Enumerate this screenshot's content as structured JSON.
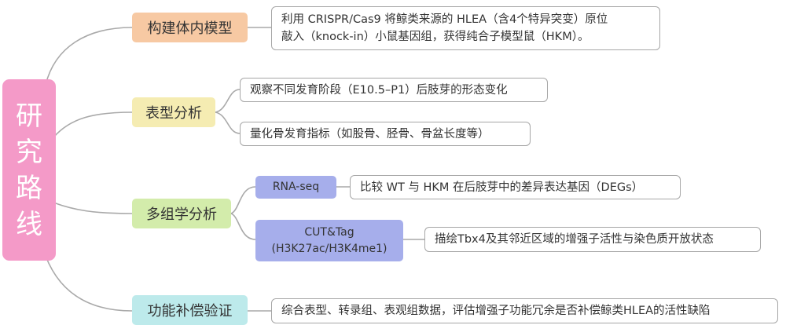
{
  "root": {
    "chars": [
      "研",
      "究",
      "路",
      "线"
    ]
  },
  "branches": [
    {
      "label": "构建体内模型",
      "color": "#f7c9a3"
    },
    {
      "label": "表型分析",
      "color": "#f5ecb2"
    },
    {
      "label": "多组学分析",
      "color": "#d3ecab"
    },
    {
      "label": "功能补偿验证",
      "color": "#bdeaeb"
    }
  ],
  "leaves": {
    "model": {
      "line1": "利用 CRISPR/Cas9 将鲸类来源的 HLEA（含4个特异突变）原位",
      "line2": "敲入（knock-in）小鼠基因组，获得纯合子模型鼠（HKM）。"
    },
    "pheno_1": "观察不同发育阶段（E10.5–P1）后肢芽的形态变化",
    "pheno_2": "量化骨发育指标（如股骨、胫骨、骨盆长度等）",
    "rnaseq_tag": "RNA-seq",
    "rnaseq_desc": "比较 WT 与 HKM 在后肢芽中的差异表达基因（DEGs）",
    "cuttag_tag_1": "CUT&Tag",
    "cuttag_tag_2": "(H3K27ac/H3K4me1)",
    "cuttag_desc": "描绘Tbx4及其邻近区域的增强子活性与染色质开放状态",
    "compensation": "综合表型、转录组、表观组数据，评估增强子功能冗余是否补偿鲸类HLEA的活性缺陷"
  }
}
